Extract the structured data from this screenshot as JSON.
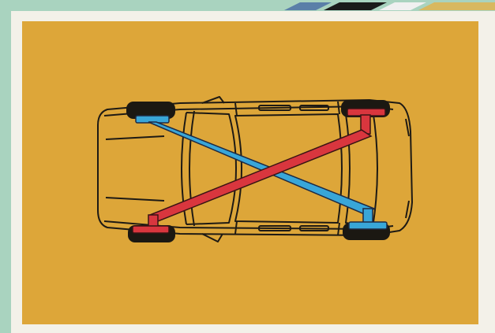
{
  "diagram": {
    "subject": "car-top-view-diagonal-split-brake-circuits",
    "colors": {
      "background": "#a9d3bf",
      "card": "#f3f1e9",
      "panel": "#dda639",
      "outline": "#1e1a14",
      "circuit_blue": "#39a6d8",
      "circuit_red": "#d9363e"
    },
    "circuits": [
      {
        "color": "blue",
        "connects": [
          "front-left-wheel",
          "rear-right-wheel"
        ]
      },
      {
        "color": "red",
        "connects": [
          "front-right-wheel",
          "rear-left-wheel"
        ]
      }
    ]
  }
}
